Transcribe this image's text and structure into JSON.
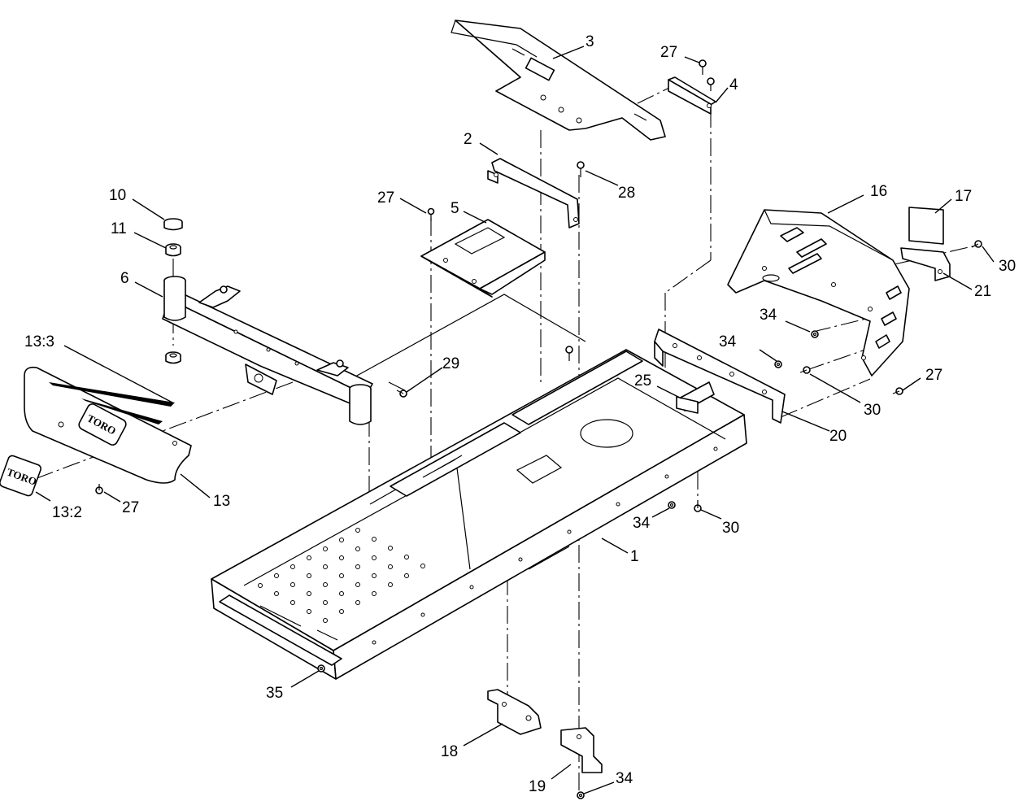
{
  "callouts": {
    "c1": "1",
    "c2": "2",
    "c3": "3",
    "c4": "4",
    "c5": "5",
    "c6": "6",
    "c10": "10",
    "c11": "11",
    "c13": "13",
    "c13_2": "13:2",
    "c13_3": "13:3",
    "c16": "16",
    "c17": "17",
    "c18": "18",
    "c19": "19",
    "c20": "20",
    "c21": "21",
    "c25": "25",
    "c27a": "27",
    "c27b": "27",
    "c27c": "27",
    "c27d": "27",
    "c28": "28",
    "c29": "29",
    "c30a": "30",
    "c30b": "30",
    "c30c": "30",
    "c34a": "34",
    "c34b": "34",
    "c34c": "34",
    "c34d": "34",
    "c35": "35"
  },
  "decals": {
    "brand_front": "TORO",
    "brand_plate": "TORO"
  }
}
